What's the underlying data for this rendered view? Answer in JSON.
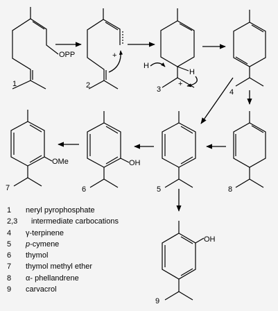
{
  "atom_labels": {
    "opp": "OPP",
    "plus_2": "+",
    "h_left": "H",
    "h_right": "H",
    "plus_3": "+",
    "ome": "OMe",
    "oh_thymol": "OH",
    "oh_carvacrol": "OH"
  },
  "compound_numbers": {
    "c1": "1",
    "c2": "2",
    "c3": "3",
    "c4": "4",
    "c5": "5",
    "c6": "6",
    "c7": "7",
    "c8": "8",
    "c9": "9"
  },
  "legend": [
    {
      "num": "1",
      "name": "neryl pyrophosphate"
    },
    {
      "num": "2,3",
      "name": "intermediate carbocations"
    },
    {
      "num": "4",
      "name": "γ-terpinene"
    },
    {
      "num": "5",
      "name": "p-cymene"
    },
    {
      "num": "6",
      "name": "thymol"
    },
    {
      "num": "7",
      "name": "thymol methyl ether"
    },
    {
      "num": "8",
      "name": "α- phellandrene"
    },
    {
      "num": "9",
      "name": "carvacrol"
    }
  ]
}
